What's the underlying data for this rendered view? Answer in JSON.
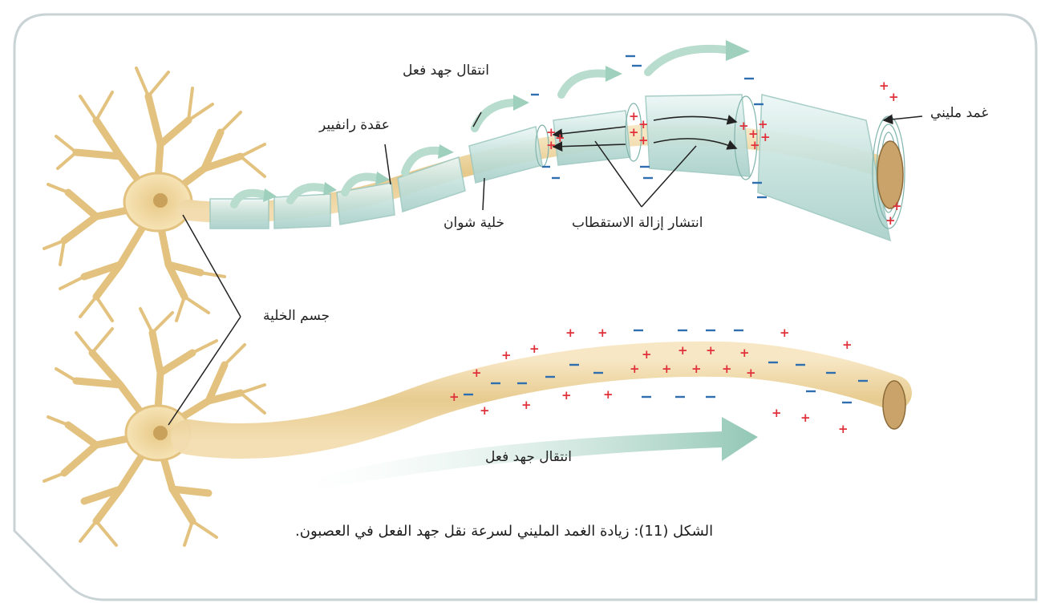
{
  "labels": {
    "myelin_sheath": "غمد مليني",
    "action_potential_top": "انتقال جهد فعل",
    "node_of_ranvier": "عقدة رانفيير",
    "schwann_cell": "خلية شوان",
    "depolarization_spread": "انتشار إزالة الاستقطاب",
    "cell_body": "جسم الخلية",
    "action_potential_bottom": "انتقال جهد فعل"
  },
  "caption": "الشكل (11): زيادة الغمد المليني لسرعة نقل جهد الفعل في العصبون.",
  "colors": {
    "neuron": "#f0d49a",
    "neuron_dark": "#c9a55a",
    "myelin": "#cfe6e2",
    "axon": "#ecd7a8",
    "positive": "#e0303a",
    "negative": "#2f6fb0",
    "arrow": "#a9d3c5",
    "frame": "#c9d3d6"
  },
  "icons": [
    "neuron-cell-body-top",
    "neuron-cell-body-bottom",
    "myelinated-axon",
    "unmyelinated-axon",
    "leader-line"
  ]
}
